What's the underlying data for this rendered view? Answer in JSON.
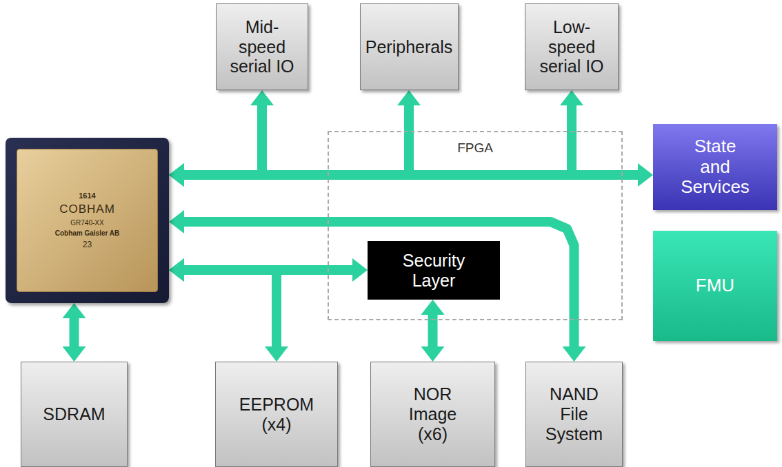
{
  "diagram": {
    "nodes": [
      {
        "text": [
          "Mid- speed serial IO"
        ]
      },
      {
        "text": [
          "Peripherals"
        ]
      },
      {
        "text": [
          "Low- speed serial IO"
        ]
      },
      {
        "text": [
          "1614",
          "COBHAM",
          "GR740-XX",
          "Cobham Gaisler AB",
          "23"
        ]
      },
      {
        "text": [
          "FPGA"
        ]
      },
      {
        "text": [
          "State and Services"
        ]
      },
      {
        "text": [
          "Security Layer"
        ],
        "in": 4
      },
      {
        "text": [
          "FMU"
        ]
      },
      {
        "text": [
          "SDRAM"
        ]
      },
      {
        "text": [
          "EEPROM (x4)"
        ]
      },
      {
        "text": [
          "NOR Image (x6)"
        ]
      },
      {
        "text": [
          "NAND File System"
        ]
      }
    ],
    "edges": [
      {
        "from": 3,
        "to": 0,
        "arrow": "both"
      },
      {
        "from": 3,
        "to": 1,
        "arrow": "both"
      },
      {
        "from": 3,
        "to": 2,
        "arrow": "both"
      },
      {
        "from": 3,
        "to": 5,
        "arrow": "both"
      },
      {
        "from": 3,
        "to": 11,
        "arrow": "both"
      },
      {
        "from": 3,
        "to": 6,
        "arrow": "both"
      },
      {
        "from": 3,
        "to": 9,
        "arrow": "both"
      },
      {
        "from": 6,
        "to": 10,
        "arrow": "both"
      },
      {
        "from": 3,
        "to": 8,
        "arrow": "both"
      }
    ]
  }
}
